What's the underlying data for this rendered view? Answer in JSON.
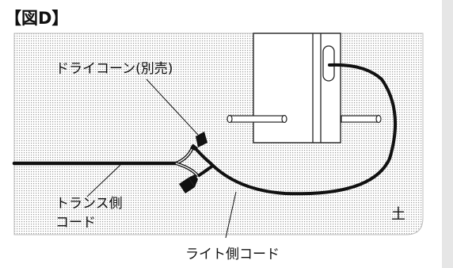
{
  "figure": {
    "title": "【図D】",
    "labels": {
      "dry_cone": "ドライコーン(別売)",
      "trans_cord_line1": "トランス側",
      "trans_cord_line2": "コード",
      "light_cord": "ライト側コード",
      "ground_mark": "土"
    }
  }
}
